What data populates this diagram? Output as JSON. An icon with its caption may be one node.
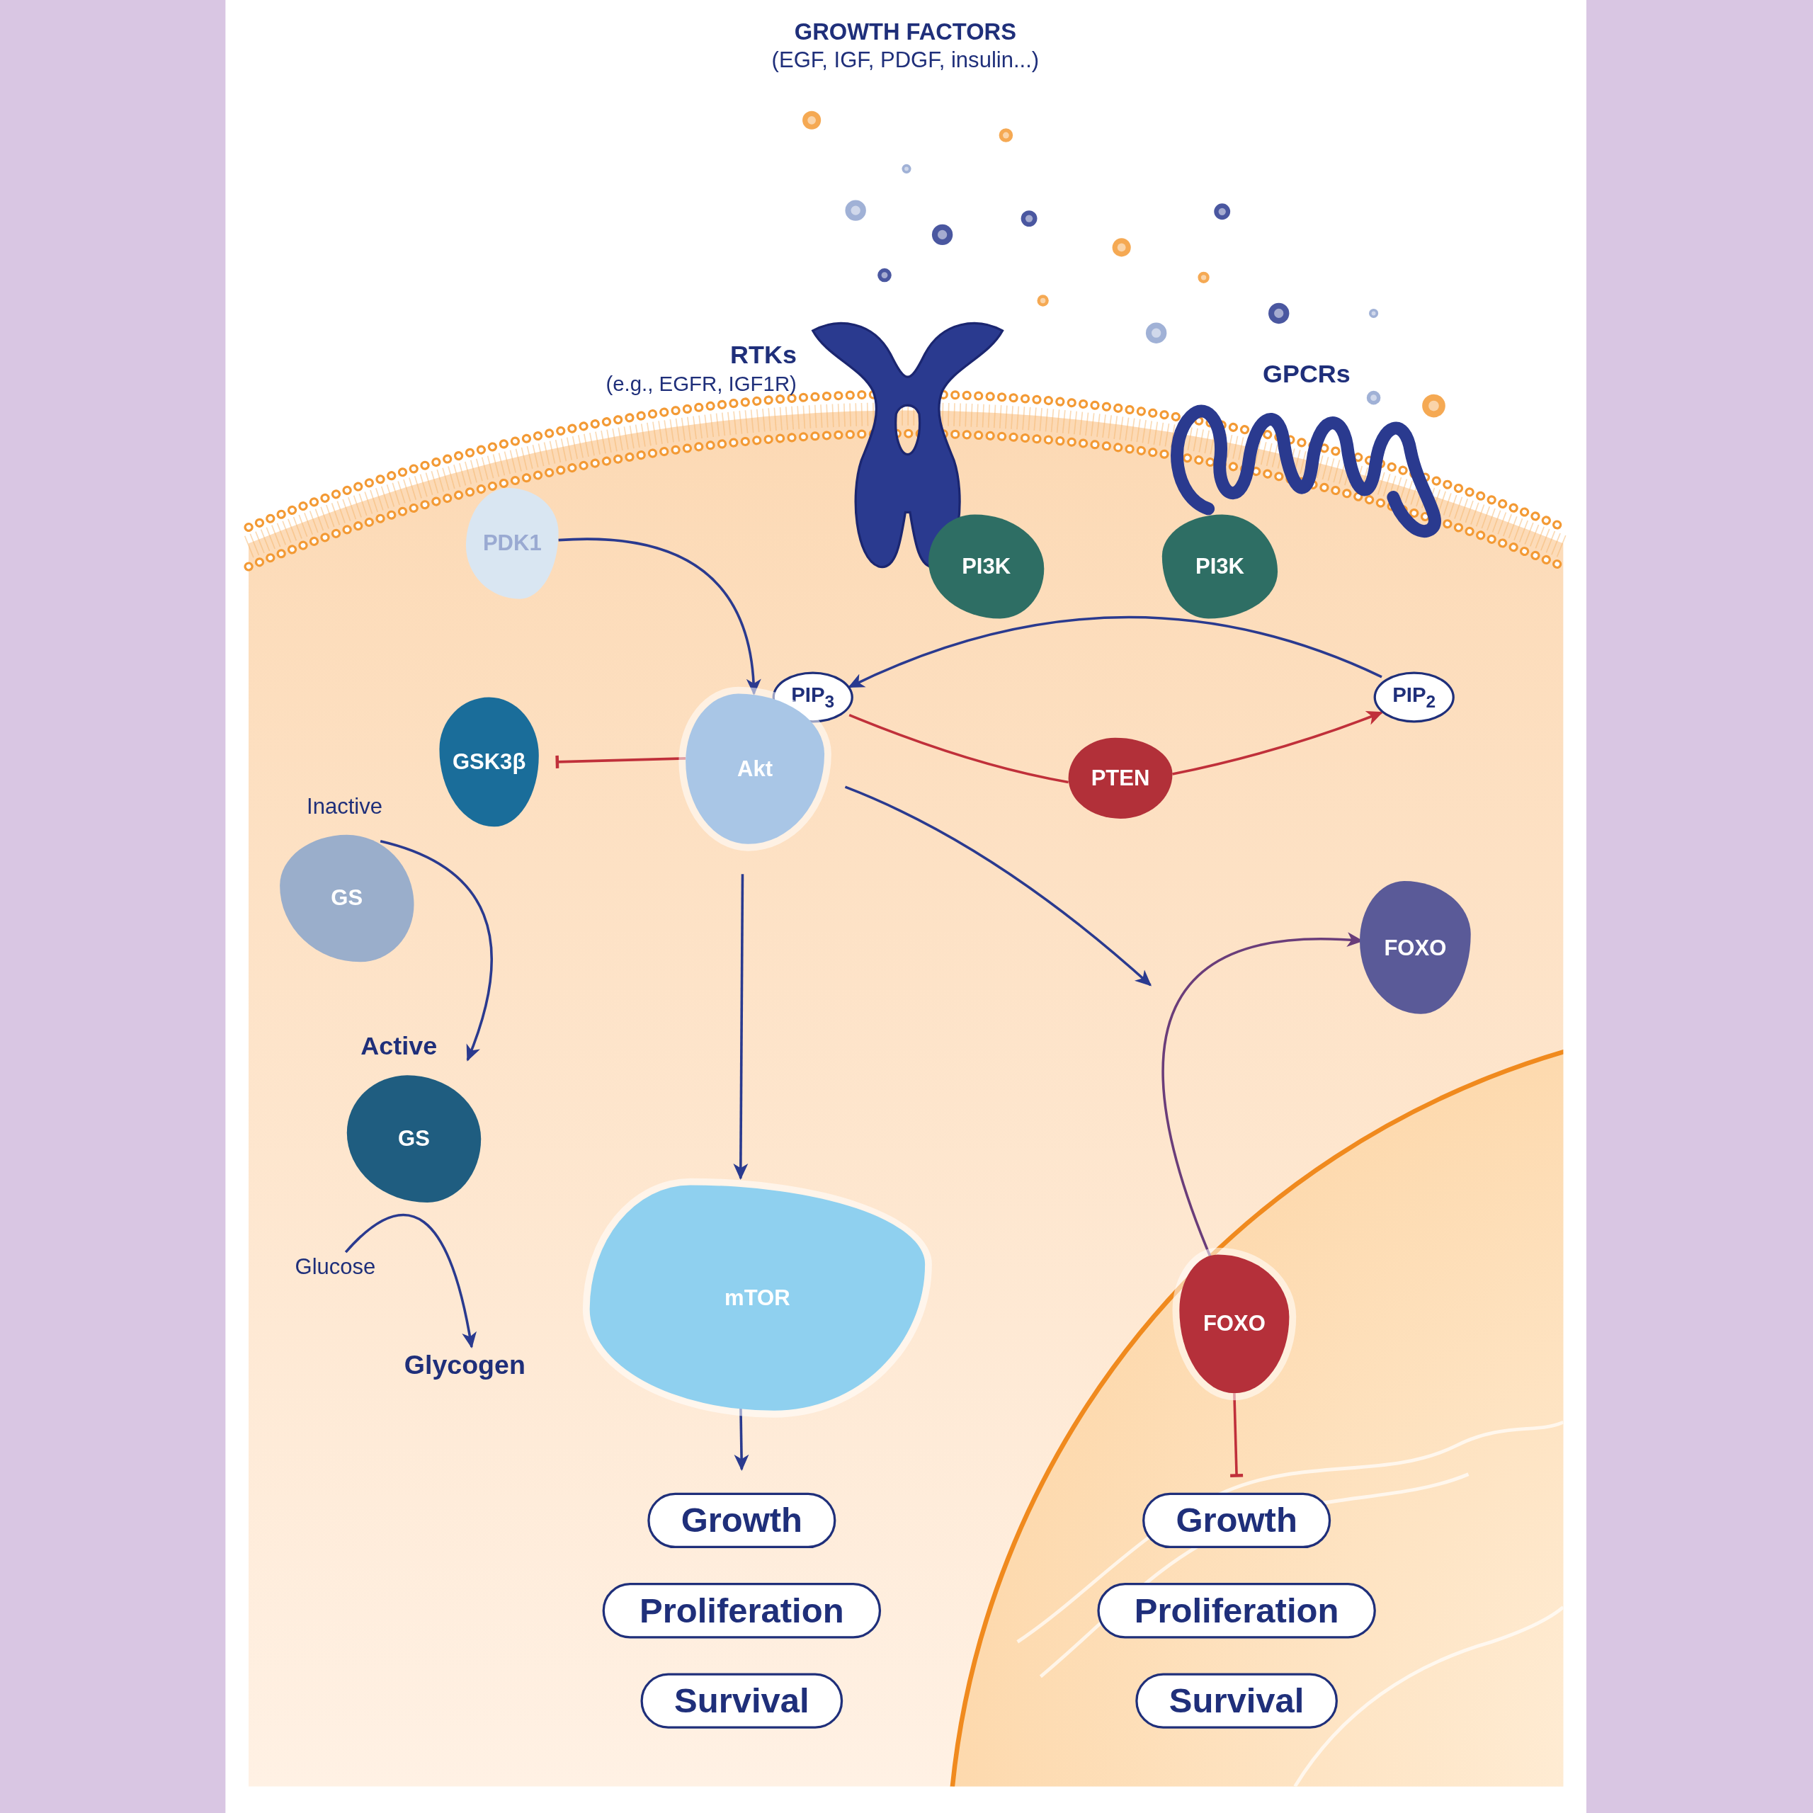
{
  "diagram": {
    "nodes": [
      {
        "text": [
          "RTKs",
          "(e.g., EGFR, IGF1R)"
        ]
      },
      {
        "text": [
          "GPCRs"
        ]
      },
      {
        "text": [
          "PDK1"
        ]
      },
      {
        "text": [
          "PI3K"
        ]
      },
      {
        "text": [
          "PI3K"
        ]
      },
      {
        "text": [
          "PIP$_{3}$"
        ]
      },
      {
        "text": [
          "PIP$_{2}$"
        ]
      },
      {
        "text": [
          "Akt"
        ]
      },
      {
        "text": [
          "GSK3β"
        ]
      },
      {
        "text": [
          "PTEN"
        ]
      },
      {
        "text": [
          "GS"
        ],
        "beside": [
          "Inactive"
        ]
      },
      {
        "text": [
          "GS"
        ],
        "beside": [
          "Active"
        ]
      },
      {
        "text": [
          "Glucose"
        ]
      },
      {
        "text": [
          "Glycogen"
        ]
      },
      {
        "text": [
          "mTOR"
        ]
      },
      {
        "text": [
          "FOXO"
        ]
      },
      {
        "text": [
          "FOXO"
        ]
      },
      {
        "text": [
          "Growth"
        ]
      },
      {
        "text": [
          "Proliferation"
        ]
      },
      {
        "text": [
          "Survival"
        ]
      },
      {
        "text": [
          "Growth"
        ]
      },
      {
        "text": [
          "Proliferation"
        ]
      },
      {
        "text": [
          "Survival"
        ]
      }
    ],
    "edges": [
      {
        "from": 2,
        "to": 7,
        "arrow": "to"
      },
      {
        "from": 6,
        "to": 5,
        "arrow": "to"
      },
      {
        "from": 5,
        "to": 9,
        "arrow": "none",
        "color": "#c0303a"
      },
      {
        "from": 9,
        "to": 6,
        "arrow": "to",
        "color": "#c0303a"
      },
      {
        "from": 7,
        "to": 8,
        "arrow": "other",
        "color": "#c0303a"
      },
      {
        "from": 10,
        "to": 11,
        "arrow": "to"
      },
      {
        "from": 12,
        "to": 13,
        "arrow": "to"
      },
      {
        "from": 7,
        "to": 14,
        "arrow": "to"
      },
      {
        "from": 7,
        "to": null,
        "arrow": "to"
      },
      {
        "from": 16,
        "to": 15,
        "arrow": "to",
        "color": "#6a3d7a"
      },
      {
        "from": 14,
        "to": 17,
        "arrow": "to"
      },
      {
        "from": 16,
        "to": 20,
        "arrow": "other",
        "color": "#c0303a"
      }
    ],
    "labels": [
      "GROWTH FACTORS",
      "(EGF, IGF, PDGF, insulin...)"
    ]
  }
}
